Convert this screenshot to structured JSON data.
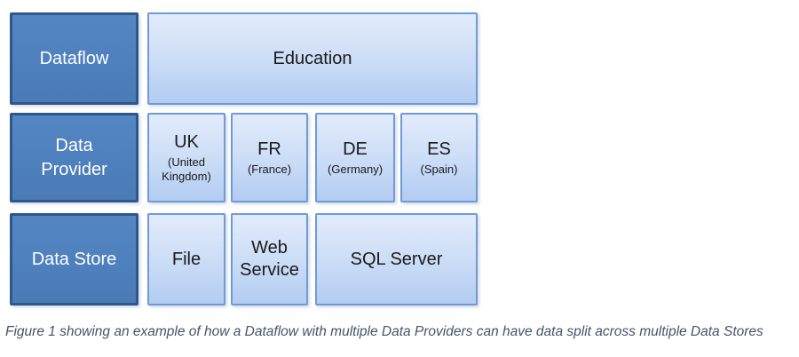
{
  "diagram": {
    "rows": [
      {
        "header": "Dataflow",
        "items": [
          {
            "label": "Education",
            "sublabel": ""
          }
        ]
      },
      {
        "header": "Data Provider",
        "items": [
          {
            "label": "UK",
            "sublabel": "(United Kingdom)"
          },
          {
            "label": "FR",
            "sublabel": "(France)"
          },
          {
            "label": "DE",
            "sublabel": "(Germany)"
          },
          {
            "label": "ES",
            "sublabel": "(Spain)"
          }
        ]
      },
      {
        "header": "Data Store",
        "items": [
          {
            "label": "File",
            "sublabel": ""
          },
          {
            "label": "Web Service",
            "sublabel": ""
          },
          {
            "label": "SQL Server",
            "sublabel": ""
          }
        ]
      }
    ]
  },
  "caption": "Figure 1 showing an example of how a Dataflow with multiple Data Providers can have data split across multiple Data Stores",
  "colors": {
    "header_box_fill": "#4e80bd",
    "header_box_border": "#2e578c",
    "header_text": "#ffffff",
    "item_box_fill_top": "#e2ebfb",
    "item_box_fill_bottom": "#b3ccf2",
    "item_box_border": "#6f9bd6",
    "item_text": "#1a1a1a",
    "caption_text": "#44546a",
    "background": "#ffffff"
  }
}
